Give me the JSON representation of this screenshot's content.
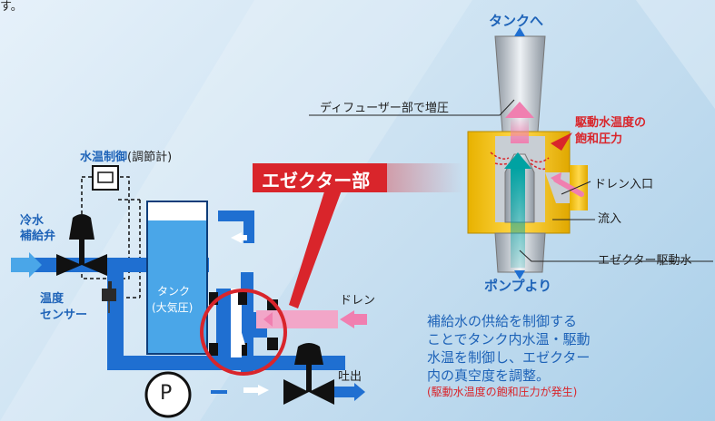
{
  "top_fragment": "す。",
  "system": {
    "water_temp_control": "水温制御",
    "water_temp_control_suffix": "(調節計)",
    "cold_water_valve": [
      "冷水",
      "補給弁"
    ],
    "temp_sensor": [
      "温度",
      "センサー"
    ],
    "tank": "タンク",
    "tank_sub": "(大気圧)",
    "pump": "P",
    "drain": "ドレン",
    "discharge": "吐出"
  },
  "ejector_banner": "エゼクター部",
  "ejector": {
    "to_tank": "タンクへ",
    "from_pump": "ポンプより",
    "diffuser": "ディフューザー部で増圧",
    "saturation": [
      "駆動水温度の",
      "飽和圧力"
    ],
    "drain_inlet": "ドレン入口",
    "inflow": "流入",
    "driving_water": "エゼクター駆動水"
  },
  "description": {
    "lines": [
      "補給水の供給を制御する",
      "ことでタンク内水温・駆動",
      "水温を制御し、エゼクター",
      "内の真空度を調整。"
    ],
    "note": "(駆動水温度の飽和圧力が発生)"
  },
  "colors": {
    "pipe": "#1f6fd1",
    "tank": "#4aa6e8",
    "accent_red": "#d9252b",
    "pink_flow": "#f2a6c8",
    "ejector_body": "#f2c200"
  }
}
